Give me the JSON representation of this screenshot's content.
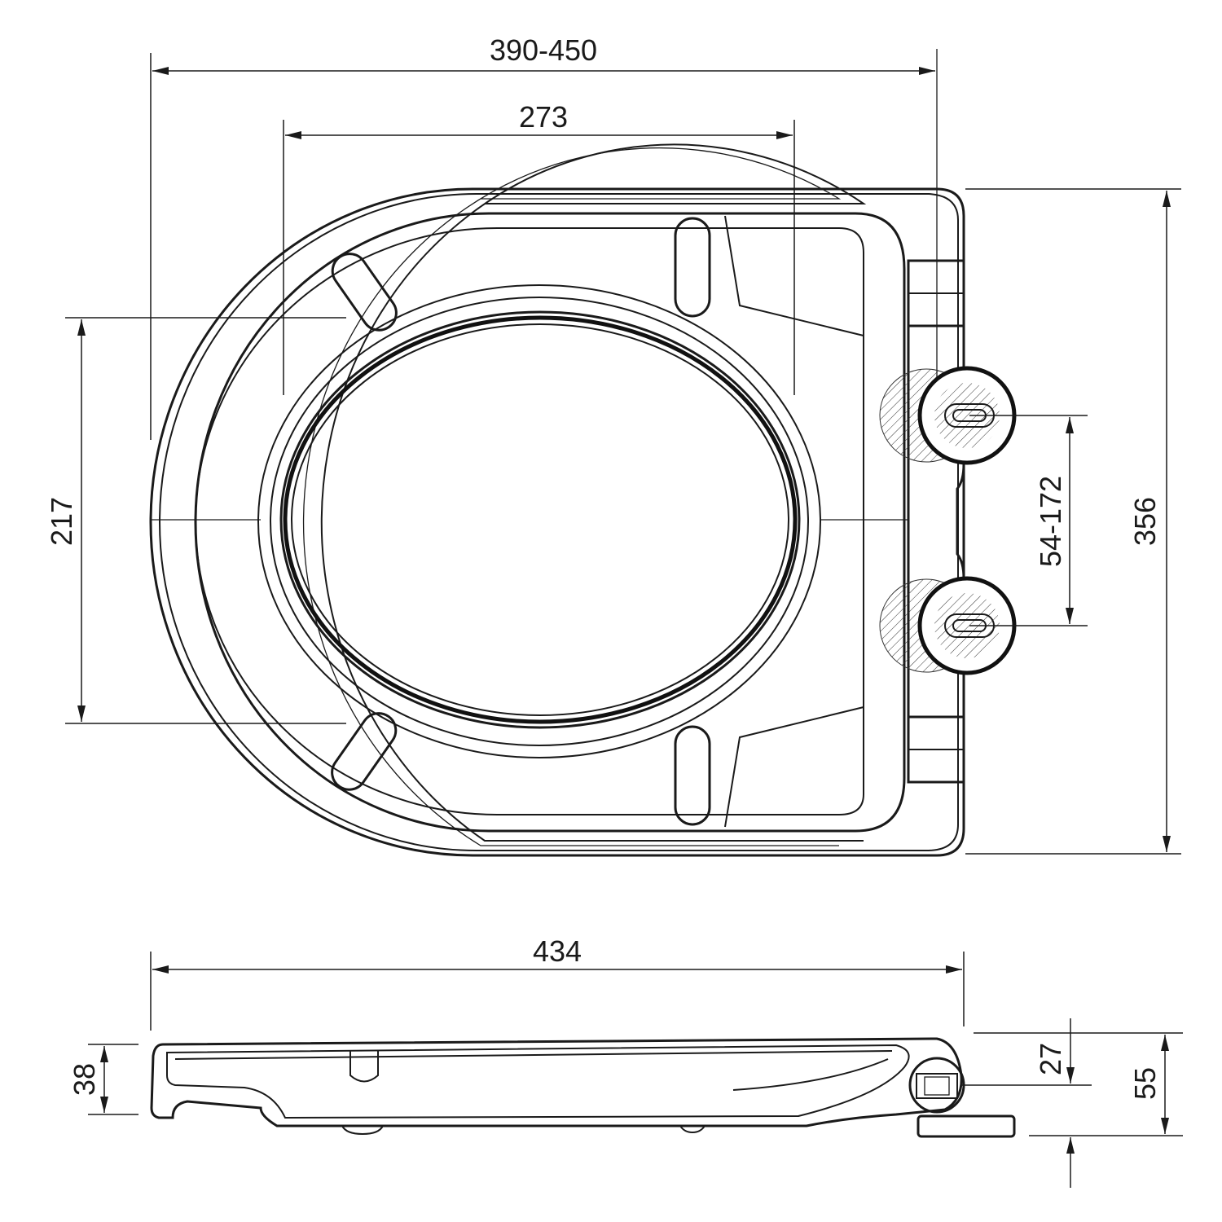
{
  "title": "Toilet seat dimension drawing",
  "line_color": "#1a1a1a",
  "dimensions": {
    "fixing_range_length": "390-450",
    "inner_length": "273",
    "inner_width": "217",
    "hinge_spacing": "54-172",
    "total_width": "356",
    "total_length": "434",
    "seat_height": "38",
    "hinge_axis_height": "27",
    "total_height": "55"
  }
}
